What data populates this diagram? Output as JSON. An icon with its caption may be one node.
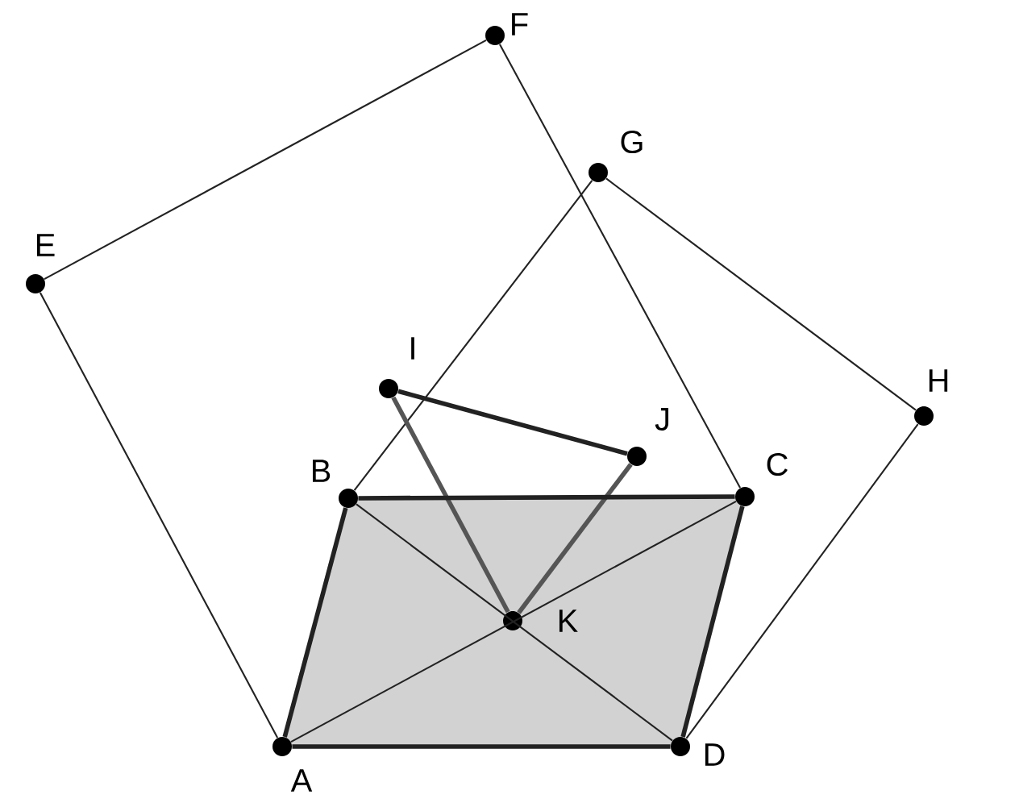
{
  "diagram": {
    "nodes": [
      {
        "text": [
          "F"
        ]
      },
      {
        "text": [
          "G"
        ]
      },
      {
        "text": [
          "E"
        ]
      },
      {
        "text": [
          "I"
        ]
      },
      {
        "text": [
          "H"
        ]
      },
      {
        "text": [
          "J"
        ]
      },
      {
        "text": [
          "B"
        ]
      },
      {
        "text": [
          "C"
        ]
      },
      {
        "text": [
          "K"
        ]
      },
      {
        "text": [
          "A"
        ]
      },
      {
        "text": [
          "D"
        ]
      }
    ],
    "edges": [
      {
        "from": 2,
        "to": 0,
        "arrow": "none"
      },
      {
        "from": 0,
        "to": 7,
        "arrow": "none"
      },
      {
        "from": 2,
        "to": 9,
        "arrow": "none"
      },
      {
        "from": 1,
        "to": 6,
        "arrow": "none"
      },
      {
        "from": 1,
        "to": 4,
        "arrow": "none"
      },
      {
        "from": 4,
        "to": 10,
        "arrow": "none"
      },
      {
        "from": 3,
        "to": 5,
        "arrow": "none",
        "style": "thick"
      },
      {
        "from": 3,
        "to": 8,
        "arrow": "none",
        "style": "thick",
        "color": "#555555"
      },
      {
        "from": 5,
        "to": 8,
        "arrow": "none",
        "style": "thick",
        "color": "#555555"
      },
      {
        "from": 6,
        "to": 7,
        "arrow": "none",
        "style": "thick"
      },
      {
        "from": 6,
        "to": 9,
        "arrow": "none",
        "style": "thick"
      },
      {
        "from": 7,
        "to": 10,
        "arrow": "none",
        "style": "thick"
      },
      {
        "from": 9,
        "to": 10,
        "arrow": "none",
        "style": "thick"
      },
      {
        "from": 9,
        "to": 7,
        "arrow": "none"
      },
      {
        "from": 6,
        "to": 10,
        "arrow": "none"
      }
    ]
  }
}
